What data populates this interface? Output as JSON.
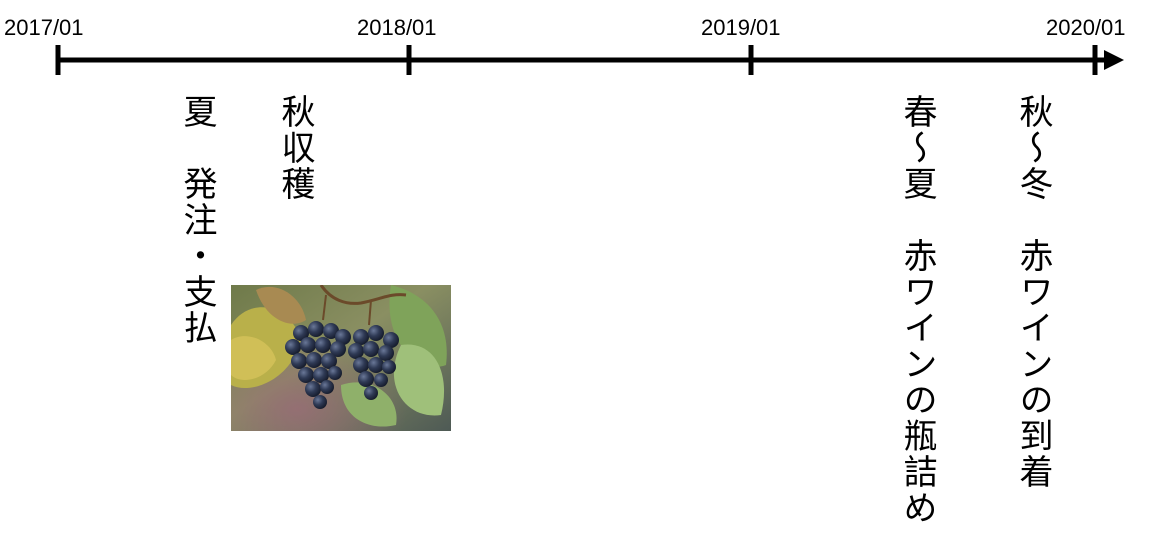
{
  "timeline": {
    "ticks": [
      "2017/01",
      "2018/01",
      "2019/01",
      "2020/01"
    ]
  },
  "events": {
    "summer_order": "夏　発注・支払",
    "autumn_harvest": "秋収穫",
    "spring_summer_bottling": "春〜夏　赤ワインの瓶詰め",
    "autumn_winter_arrival": "秋〜冬　赤ワインの到着"
  },
  "image": {
    "icon": "grape-cluster-photo"
  }
}
